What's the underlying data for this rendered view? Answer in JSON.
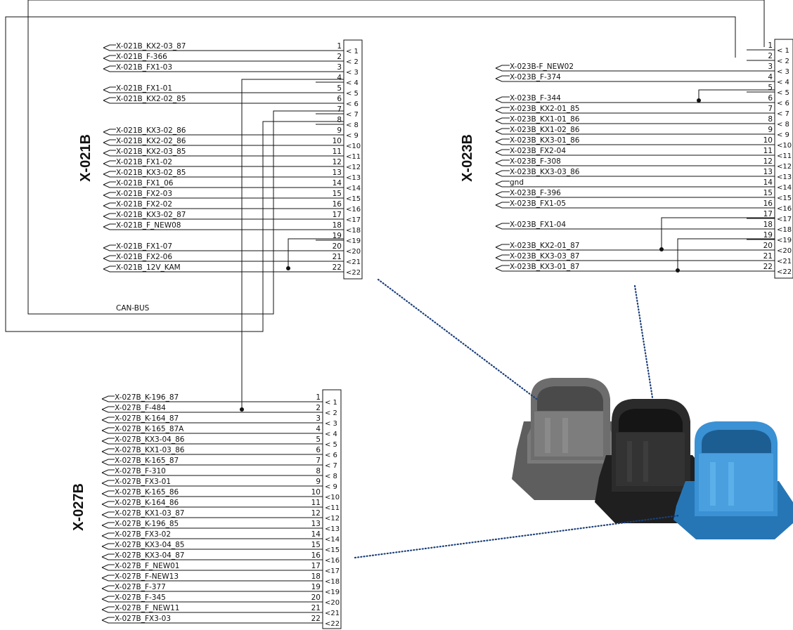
{
  "connectors": {
    "x021b": {
      "title": "X-021B",
      "pins": [
        {
          "n": "1",
          "label": "X-021B_KX2-03_87"
        },
        {
          "n": "2",
          "label": "X-021B_F-366"
        },
        {
          "n": "3",
          "label": "X-021B_FX1-03"
        },
        {
          "n": "4",
          "label": ""
        },
        {
          "n": "5",
          "label": "X-021B_FX1-01"
        },
        {
          "n": "6",
          "label": "X-021B_KX2-02_85"
        },
        {
          "n": "7",
          "label": ""
        },
        {
          "n": "8",
          "label": ""
        },
        {
          "n": "9",
          "label": "X-021B_KX3-02_86"
        },
        {
          "n": "10",
          "label": "X-021B_KX2-02_86"
        },
        {
          "n": "11",
          "label": "X-021B_KX2-03_85"
        },
        {
          "n": "12",
          "label": "X-021B_FX1-02"
        },
        {
          "n": "13",
          "label": "X-021B_KX3-02_85"
        },
        {
          "n": "14",
          "label": "X-021B_FX1_06"
        },
        {
          "n": "15",
          "label": "X-021B_FX2-03"
        },
        {
          "n": "16",
          "label": "X-021B_FX2-02"
        },
        {
          "n": "17",
          "label": "X-021B_KX3-02_87"
        },
        {
          "n": "18",
          "label": "X-021B_F_NEW08"
        },
        {
          "n": "19",
          "label": ""
        },
        {
          "n": "20",
          "label": "X-021B_FX1-07"
        },
        {
          "n": "21",
          "label": "X-021B_FX2-06"
        },
        {
          "n": "22",
          "label": "X-021B_12V_KAM"
        }
      ]
    },
    "x023b": {
      "title": "X-023B",
      "pins": [
        {
          "n": "1",
          "label": ""
        },
        {
          "n": "2",
          "label": ""
        },
        {
          "n": "3",
          "label": "X-023B-F_NEW02"
        },
        {
          "n": "4",
          "label": "X-023B_F-374"
        },
        {
          "n": "5",
          "label": ""
        },
        {
          "n": "6",
          "label": "X-023B_F-344"
        },
        {
          "n": "7",
          "label": "X-023B_KX2-01_85"
        },
        {
          "n": "8",
          "label": "X-023B_KX1-01_86"
        },
        {
          "n": "9",
          "label": "X-023B_KX1-02_86"
        },
        {
          "n": "10",
          "label": "X-023B_KX3-01_86"
        },
        {
          "n": "11",
          "label": "X-023B_FX2-04"
        },
        {
          "n": "12",
          "label": "X-023B_F-308"
        },
        {
          "n": "13",
          "label": "X-023B_KX3-03_86"
        },
        {
          "n": "14",
          "label": "gnd"
        },
        {
          "n": "15",
          "label": "X-023B_F-396"
        },
        {
          "n": "16",
          "label": "X-023B_FX1-05"
        },
        {
          "n": "17",
          "label": ""
        },
        {
          "n": "18",
          "label": "X-023B_FX1-04"
        },
        {
          "n": "19",
          "label": ""
        },
        {
          "n": "20",
          "label": "X-023B_KX2-01_87"
        },
        {
          "n": "21",
          "label": "X-023B_KX3-03_87"
        },
        {
          "n": "22",
          "label": "X-023B_KX3-01_87"
        }
      ]
    },
    "x027b": {
      "title": "X-027B",
      "pins": [
        {
          "n": "1",
          "label": "X-027B_K-196_87"
        },
        {
          "n": "2",
          "label": "X-027B_F-484"
        },
        {
          "n": "3",
          "label": "X-027B_K-164_87"
        },
        {
          "n": "4",
          "label": "X-027B_K-165_87A"
        },
        {
          "n": "5",
          "label": "X-027B_KX3-04_86"
        },
        {
          "n": "6",
          "label": "X-027B_KX1-03_86"
        },
        {
          "n": "7",
          "label": "X-027B_K-165_87"
        },
        {
          "n": "8",
          "label": "X-027B_F-310"
        },
        {
          "n": "9",
          "label": "X-027B_FX3-01"
        },
        {
          "n": "10",
          "label": "X-027B_K-165_86"
        },
        {
          "n": "11",
          "label": "X-027B_K-164_86"
        },
        {
          "n": "12",
          "label": "X-027B_KX1-03_87"
        },
        {
          "n": "13",
          "label": "X-027B_K-196_85"
        },
        {
          "n": "14",
          "label": "X-027B_FX3-02"
        },
        {
          "n": "15",
          "label": "X-027B_KX3-04_85"
        },
        {
          "n": "16",
          "label": "X-027B_KX3-04_87"
        },
        {
          "n": "17",
          "label": "X-027B_F_NEW01"
        },
        {
          "n": "18",
          "label": "X-027B_F-NEW13"
        },
        {
          "n": "19",
          "label": "X-027B_F-377"
        },
        {
          "n": "20",
          "label": "X-027B_F-345"
        },
        {
          "n": "21",
          "label": "X-027B_F_NEW11"
        },
        {
          "n": "22",
          "label": "X-027B_FX3-03"
        }
      ]
    }
  },
  "bus_label": "CAN-BUS",
  "photo": {
    "grey_color": "#6f6f6f",
    "black_color": "#262626",
    "blue_color": "#2f86c9",
    "leader_color": "#1b3f7a"
  }
}
